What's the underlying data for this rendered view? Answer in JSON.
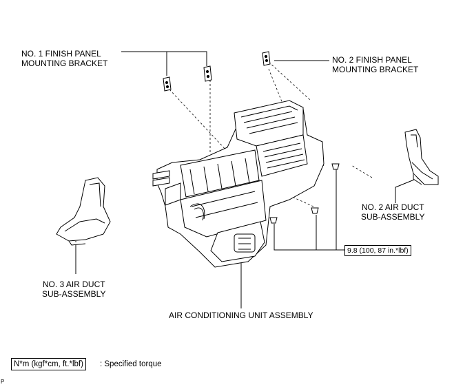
{
  "labels": {
    "finish_panel_1": "NO. 1 FINISH PANEL\nMOUNTING BRACKET",
    "finish_panel_2": "NO. 2 FINISH PANEL\nMOUNTING BRACKET",
    "air_duct_2": "NO. 2 AIR DUCT\nSUB-ASSEMBLY",
    "air_duct_3": "NO. 3 AIR DUCT\nSUB-ASSEMBLY",
    "ac_unit": "AIR CONDITIONING UNIT ASSEMBLY"
  },
  "torque": "9.8 (100, 87 in.*lbf)",
  "legend": {
    "unit": "N*m (kgf*cm, ft.*lbf)",
    "desc": ": Specified torque"
  },
  "corner_mark": "P"
}
